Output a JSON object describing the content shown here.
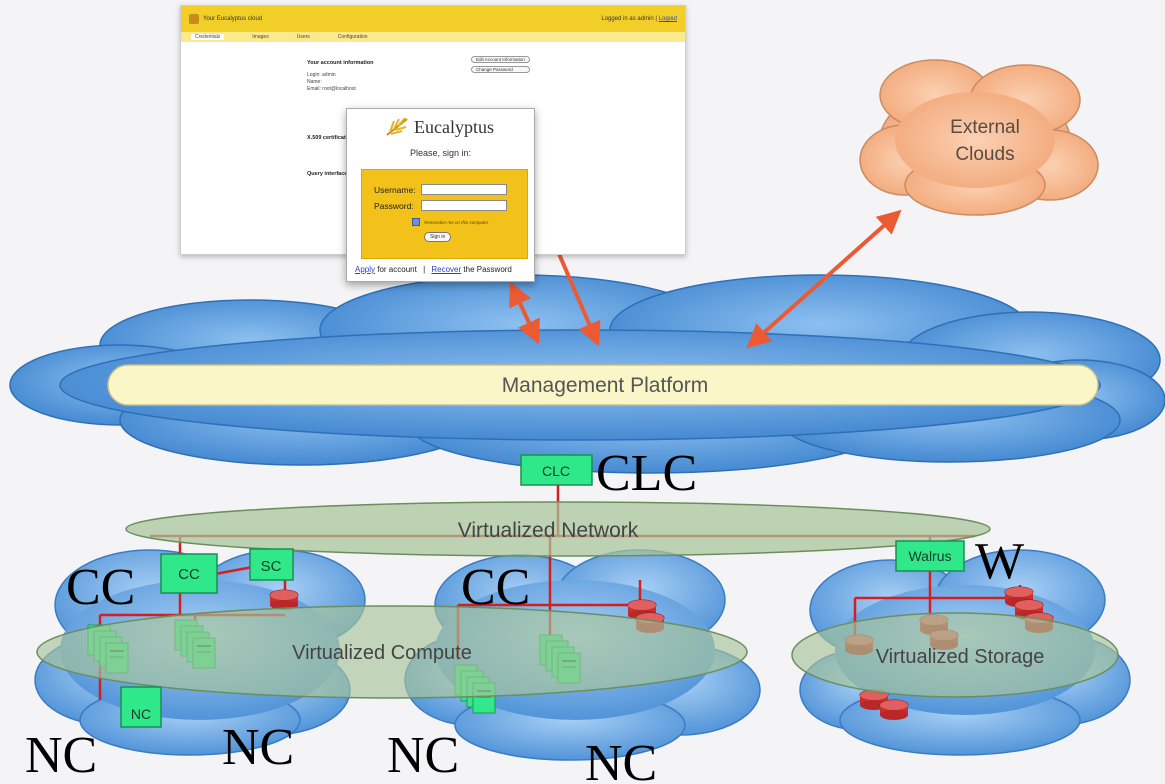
{
  "console": {
    "header_title": "Your Eucalyptus cloud",
    "logged_in": "Logged in as admin",
    "logout": "Logout",
    "tabs": [
      "Credentials",
      "Images",
      "Users",
      "Configuration"
    ],
    "account_heading": "Your account information",
    "login_line": "Login: admin",
    "name_line": "Name:",
    "email_line": "Email: root@localhost",
    "x509_heading": "X.509 certificate",
    "query_heading": "Query interface",
    "edit_button": "Edit Account Information",
    "change_password_button": "Change Password"
  },
  "login_dialog": {
    "brand": "Eucalyptus",
    "prompt": "Please, sign in:",
    "username_label": "Username:",
    "password_label": "Password:",
    "remember_label": "Remember me on this computer",
    "signin_button": "Sign in",
    "apply_link": "Apply",
    "apply_rest": "for account",
    "separator": "|",
    "recover_link": "Recover",
    "recover_rest": "the Password"
  },
  "external_clouds": [
    "External",
    "Clouds"
  ],
  "management_platform": "Management Platform",
  "clc_box": "CLC",
  "clc_label": "CLC",
  "virtualized_network": "Virtualized Network",
  "cc_box_left": "CC",
  "sc_box": "SC",
  "cc_label_left": "CC",
  "cc_label_middle": "CC",
  "walrus_box": "Walrus",
  "walrus_label": "W",
  "virtualized_compute": "Virtualized Compute",
  "virtualized_storage": "Virtualized Storage",
  "nc_box": "NC",
  "nc_labels": [
    "NC",
    "NC",
    "NC",
    "NC"
  ],
  "colors": {
    "cloud_blue": "#5a9bdc",
    "cloud_orange": "#f5b48c",
    "node_green": "#2ee88a",
    "ellipse_green": "#a8c59a",
    "platform_bar": "#fbf6c8",
    "arrow_red": "#ec5a34",
    "link_red": "#d22020"
  }
}
